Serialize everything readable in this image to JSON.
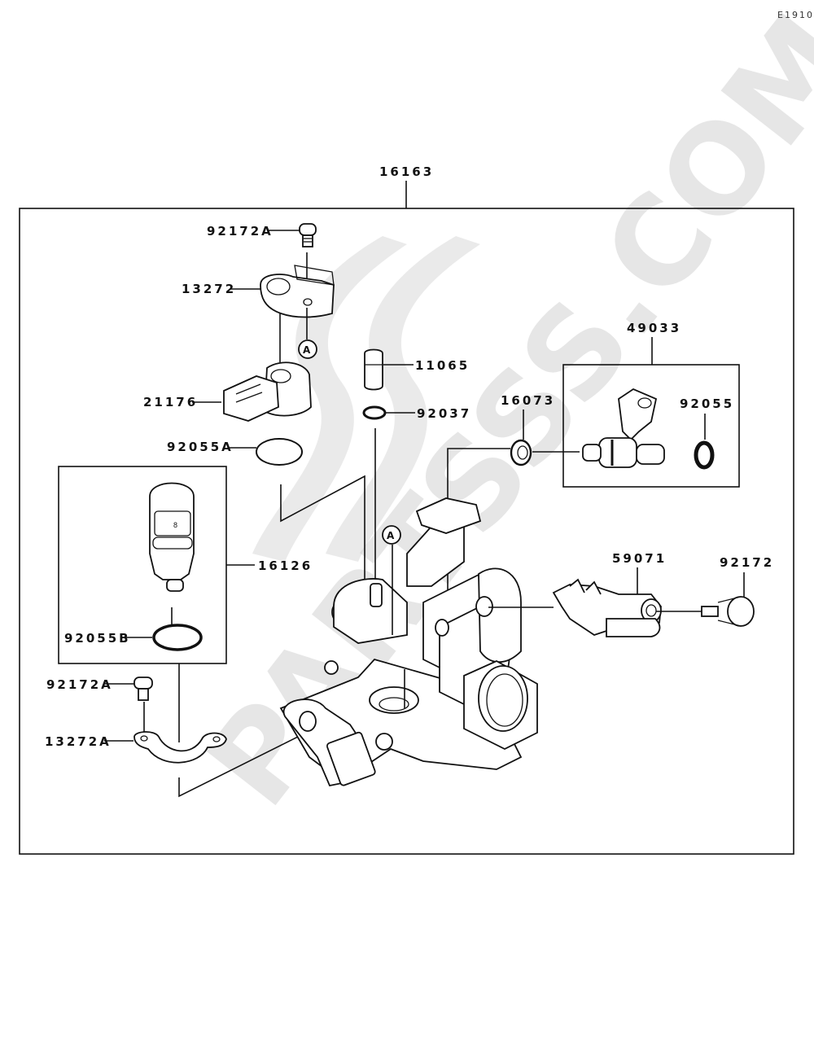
{
  "diagram": {
    "page_code": "E1910",
    "assembly_part": "16163",
    "watermark": "PARTSSS.COM",
    "labels": {
      "p16163": "16163",
      "p92172A_top": "92172A",
      "p13272": "13272",
      "p21176": "21176",
      "p11065": "11065",
      "p92037": "92037",
      "p92055A": "92055A",
      "p49033": "49033",
      "p16073": "16073",
      "p92055": "92055",
      "p16126": "16126",
      "p92055B": "92055B",
      "p92172A_bottom": "92172A",
      "p13272A": "13272A",
      "p59071": "59071",
      "p92172": "92172",
      "ref_A": "A"
    }
  }
}
